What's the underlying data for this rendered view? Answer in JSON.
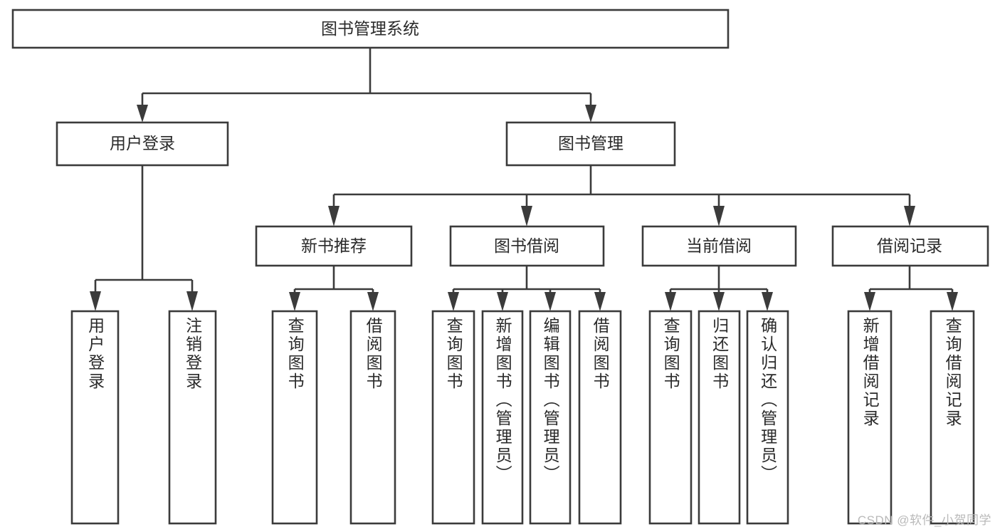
{
  "diagram": {
    "type": "tree-hierarchy",
    "title": "图书管理系统",
    "root": {
      "label": "图书管理系统"
    },
    "level2": [
      {
        "label": "用户登录"
      },
      {
        "label": "图书管理"
      }
    ],
    "level3": [
      {
        "label": "新书推荐"
      },
      {
        "label": "图书借阅"
      },
      {
        "label": "当前借阅"
      },
      {
        "label": "借阅记录"
      }
    ],
    "leaves": {
      "user_login": [
        {
          "label": "用户登录"
        },
        {
          "label": "注销登录"
        }
      ],
      "new_book_recommend": [
        {
          "label": "查询图书"
        },
        {
          "label": "借阅图书"
        }
      ],
      "book_borrow": [
        {
          "label": "查询图书"
        },
        {
          "label": "新增图书（管理员）"
        },
        {
          "label": "编辑图书（管理员）"
        },
        {
          "label": "借阅图书"
        }
      ],
      "current_borrow": [
        {
          "label": "查询图书"
        },
        {
          "label": "归还图书"
        },
        {
          "label": "确认归还（管理员）"
        }
      ],
      "borrow_records": [
        {
          "label": "新增借阅记录"
        },
        {
          "label": "查询借阅记录"
        }
      ]
    }
  },
  "watermark": {
    "text": "CSDN @软件_小贺同学"
  },
  "colors": {
    "background": "#ffffff",
    "stroke": "#3b3b3b",
    "text": "#2a2a2a",
    "watermark": "#b9b9b9"
  }
}
